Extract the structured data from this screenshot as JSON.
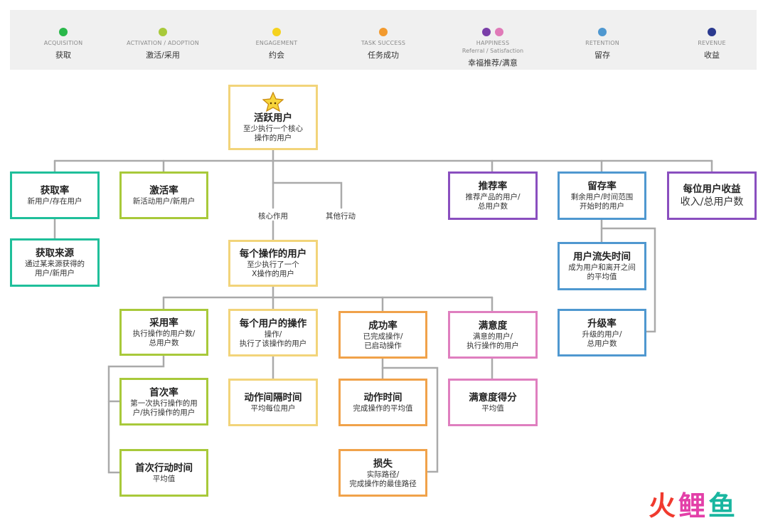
{
  "legend": [
    {
      "en": "ACQUISITION",
      "zh": "获取",
      "colors": [
        "#2ab84a"
      ]
    },
    {
      "en": "ACTIVATION / ADOPTION",
      "zh": "激活/采用",
      "colors": [
        "#a8c93a"
      ]
    },
    {
      "en": "ENGAGEMENT",
      "zh": "约会",
      "colors": [
        "#f5d21e"
      ]
    },
    {
      "en": "TASK SUCCESS",
      "zh": "任务成功",
      "colors": [
        "#f29a2e"
      ]
    },
    {
      "en": "HAPPINESS",
      "en2": "Referral / Satisfaction",
      "zh": "幸福推荐/满意",
      "colors": [
        "#7a3ea8",
        "#e07ab8"
      ]
    },
    {
      "en": "RETENTION",
      "zh": "留存",
      "colors": [
        "#4f98d0"
      ]
    },
    {
      "en": "REVENUE",
      "zh": "收益",
      "colors": [
        "#2b3a8f"
      ]
    }
  ],
  "nodes": {
    "active_users": {
      "title": "活跃用户",
      "sub": [
        "至少执行一个核心",
        "操作的用户"
      ]
    },
    "acquisition_rate": {
      "title": "获取率",
      "sub": [
        "新用户/存在用户"
      ]
    },
    "acquisition_source": {
      "title": "获取来源",
      "sub": [
        "通过某来源获得的",
        "用户/新用户"
      ]
    },
    "activation_rate": {
      "title": "激活率",
      "sub": [
        "新活动用户/新用户"
      ]
    },
    "referral_rate": {
      "title": "推荐率",
      "sub": [
        "推荐产品的用户/",
        "总用户数"
      ]
    },
    "retention_rate": {
      "title": "留存率",
      "sub": [
        "剩余用户/时间范围",
        "开始时的用户"
      ]
    },
    "revenue_per_user": {
      "title": "每位用户收益",
      "sub": [
        "收入/总用户数"
      ]
    },
    "users_per_action": {
      "title": "每个操作的用户",
      "sub": [
        "至少执行了一个",
        "X操作的用户"
      ]
    },
    "churn_time": {
      "title": "用户流失时间",
      "sub": [
        "成为用户和离开之间",
        "的平均值"
      ]
    },
    "upgrade_rate": {
      "title": "升级率",
      "sub": [
        "升级的用户/",
        "总用户数"
      ]
    },
    "adoption_rate": {
      "title": "采用率",
      "sub": [
        "执行操作的用户数/",
        "总用户数"
      ]
    },
    "actions_per_user": {
      "title": "每个用户的操作",
      "sub": [
        "操作/",
        "执行了该操作的用户"
      ]
    },
    "success_rate": {
      "title": "成功率",
      "sub": [
        "已完成操作/",
        "已启动操作"
      ]
    },
    "satisfaction": {
      "title": "满意度",
      "sub": [
        "满意的用户/",
        "执行操作的用户"
      ]
    },
    "first_time_rate": {
      "title": "首次率",
      "sub": [
        "第一次执行操作的用",
        "户/执行操作的用户"
      ]
    },
    "action_interval": {
      "title": "动作间隔时间",
      "sub": [
        "平均每位用户"
      ]
    },
    "action_time": {
      "title": "动作时间",
      "sub": [
        "完成操作的平均值"
      ]
    },
    "satisfaction_score": {
      "title": "满意度得分",
      "sub": [
        "平均值"
      ]
    },
    "time_to_first_action": {
      "title": "首次行动时间",
      "sub": [
        "平均值"
      ]
    },
    "loss": {
      "title": "损失",
      "sub": [
        "实际路径/",
        "完成操作的最佳路径"
      ]
    }
  },
  "labels": {
    "core_action": "核心作用",
    "other_action": "其他行动"
  },
  "watermark": {
    "a": "火",
    "b": "鲤",
    "c": "鱼"
  }
}
